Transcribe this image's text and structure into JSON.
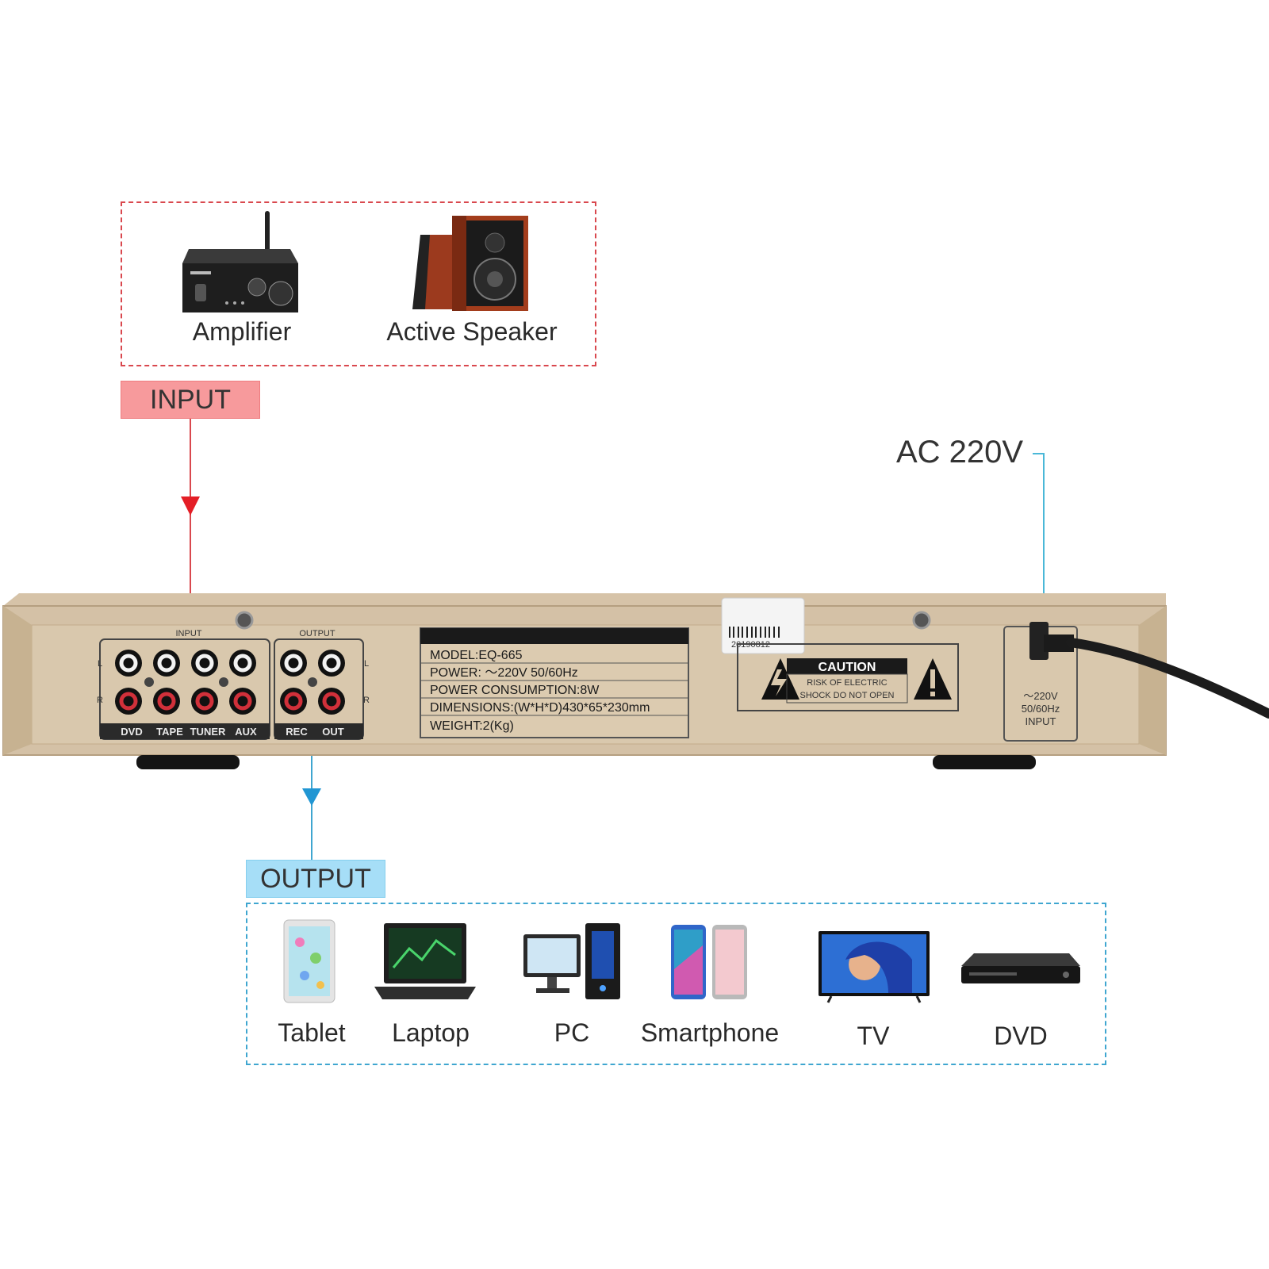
{
  "input_devices": [
    {
      "label": "Amplifier",
      "icon": "amplifier-icon"
    },
    {
      "label": "Active Speaker",
      "icon": "speaker-icon"
    }
  ],
  "tags": {
    "input": "INPUT",
    "output": "OUTPUT"
  },
  "power": {
    "ac_label": "AC 220V"
  },
  "panel": {
    "input_group": "INPUT",
    "output_group": "OUTPUT",
    "channel_l": "L",
    "channel_r": "R",
    "input_channels": [
      "DVD",
      "TAPE",
      "TUNER",
      "AUX"
    ],
    "output_channels": [
      "REC",
      "OUT"
    ],
    "spec_lines": [
      "MODEL:EQ-665",
      "POWER: ～220V 50/60Hz",
      "POWER CONSUMPTION:8W",
      "DIMENSIONS:(W*H*D)430*65*230mm",
      "WEIGHT:2(Kg)"
    ],
    "sticker_code": "20190812",
    "caution_title": "CAUTION",
    "caution_line1": "RISK OF ELECTRIC",
    "caution_line2": "SHOCK DO NOT OPEN",
    "power_socket_line1": "～220V",
    "power_socket_line2": "50/60Hz",
    "power_socket_line3": "INPUT"
  },
  "output_devices": [
    {
      "label": "Tablet",
      "icon": "tablet-icon"
    },
    {
      "label": "Laptop",
      "icon": "laptop-icon"
    },
    {
      "label": "PC",
      "icon": "pc-icon"
    },
    {
      "label": "Smartphone",
      "icon": "smartphone-icon"
    },
    {
      "label": "TV",
      "icon": "tv-icon"
    },
    {
      "label": "DVD",
      "icon": "dvd-player-icon"
    }
  ],
  "colors": {
    "input_accent": "#d9484e",
    "output_accent": "#3fa6d0",
    "power_accent": "#4ab8d8",
    "chassis": "#d4c1a6"
  }
}
